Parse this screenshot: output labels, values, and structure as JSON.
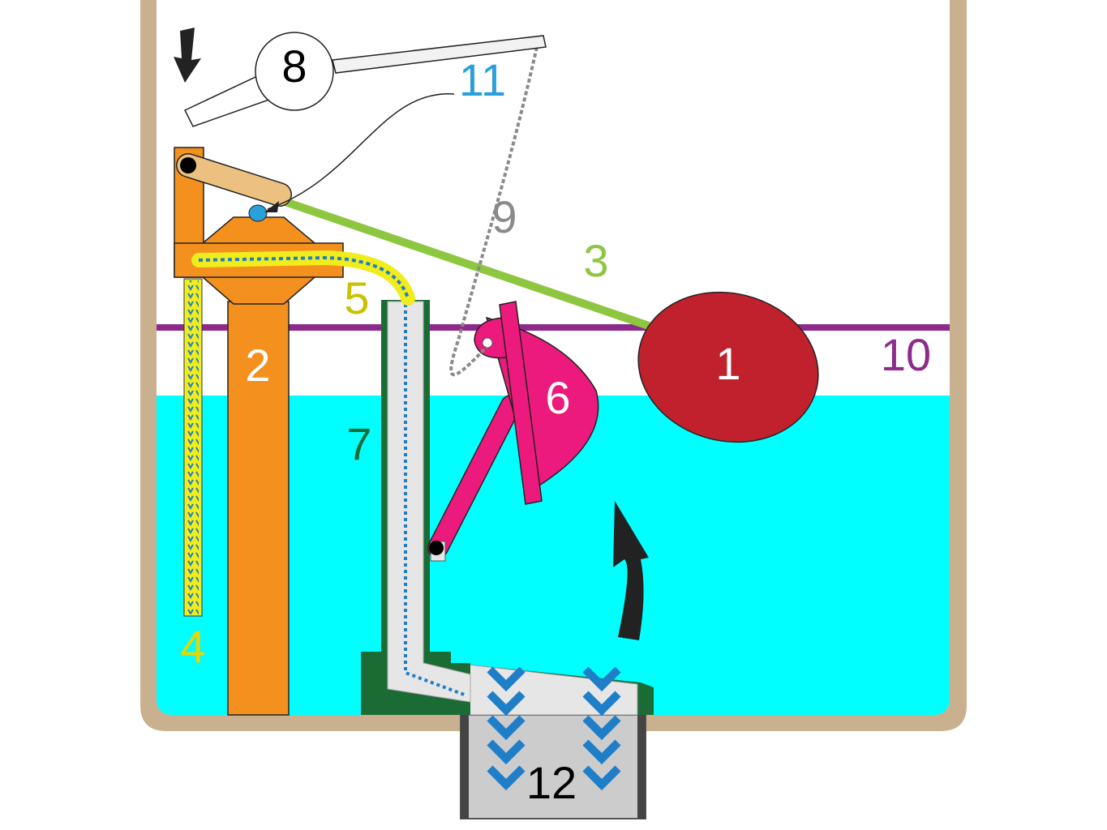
{
  "labels": {
    "ballcock_float": "1",
    "valve_body": "2",
    "float_arm": "3",
    "refill_tube": "4",
    "overflow_refill_tube": "5",
    "flapper": "6",
    "overflow_pipe": "7",
    "flush_handle": "8",
    "lift_chain": "9",
    "water_level_line": "10",
    "valve_seal": "11",
    "flush_outlet": "12"
  },
  "colors": {
    "tank_wall": "#c9b08f",
    "water": "#00ffff",
    "float": "#c0212c",
    "valve_body": "#f4901e",
    "float_arm": "#8dc63f",
    "float_arm_handle": "#ecc07f",
    "flapper": "#ec1a7c",
    "overflow_pipe": "#1b6b35",
    "water_level_line": "#8e2a8d",
    "chain": "#8a8a8a",
    "seal": "#29a0dc",
    "flow_arrows": "#1f7ec8",
    "refill_tube": "#f1ec1b",
    "outlet": "#cccccc",
    "label_float": "#ffffff",
    "label_valve": "#ffffff",
    "label_arm": "#8dc63f",
    "label_refill": "#e6d800",
    "label_overflow_refill": "#c9c200",
    "label_flapper": "#ffffff",
    "label_overflow": "#1b6b35",
    "label_handle": "#000000",
    "label_chain": "#8a8a8a",
    "label_level": "#8e2a8d",
    "label_seal": "#29a0dc",
    "label_outlet": "#000000"
  },
  "icons": {
    "handle_direction": "arrow-down-icon",
    "flapper_direction": "curved-arrow-up-icon"
  }
}
